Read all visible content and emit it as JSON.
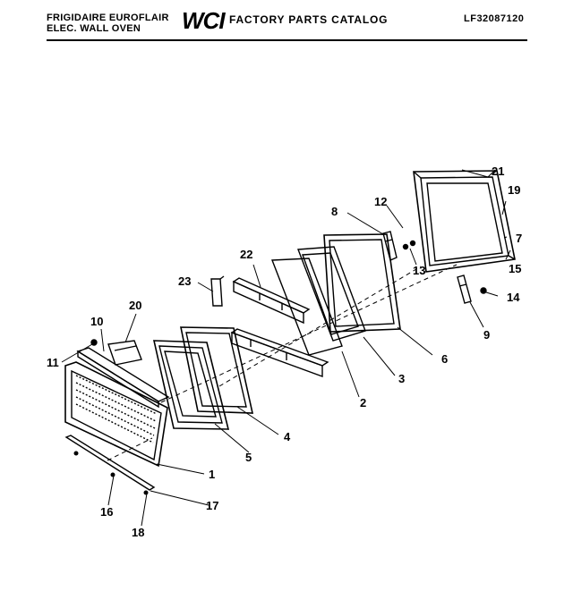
{
  "header": {
    "brand_line1": "FRIGIDAIRE EUROFLAIR",
    "brand_line2": "ELEC. WALL OVEN",
    "logo": "WCI",
    "catalog_title": "FACTORY PARTS CATALOG",
    "model": "LF32087120"
  },
  "parts": [
    {
      "id": "part-1",
      "label": "1"
    },
    {
      "id": "part-2",
      "label": "2"
    },
    {
      "id": "part-3",
      "label": "3"
    },
    {
      "id": "part-4",
      "label": "4"
    },
    {
      "id": "part-5",
      "label": "5"
    },
    {
      "id": "part-6",
      "label": "6"
    },
    {
      "id": "part-7",
      "label": "7"
    },
    {
      "id": "part-8",
      "label": "8"
    },
    {
      "id": "part-9",
      "label": "9"
    },
    {
      "id": "part-10",
      "label": "10"
    },
    {
      "id": "part-11",
      "label": "11"
    },
    {
      "id": "part-12",
      "label": "12"
    },
    {
      "id": "part-13",
      "label": "13"
    },
    {
      "id": "part-14",
      "label": "14"
    },
    {
      "id": "part-15",
      "label": "15"
    },
    {
      "id": "part-16",
      "label": "16"
    },
    {
      "id": "part-17",
      "label": "17"
    },
    {
      "id": "part-18",
      "label": "18"
    },
    {
      "id": "part-19",
      "label": "19"
    },
    {
      "id": "part-20",
      "label": "20"
    },
    {
      "id": "part-21",
      "label": "21"
    },
    {
      "id": "part-22",
      "label": "22"
    },
    {
      "id": "part-23",
      "label": "23"
    }
  ]
}
